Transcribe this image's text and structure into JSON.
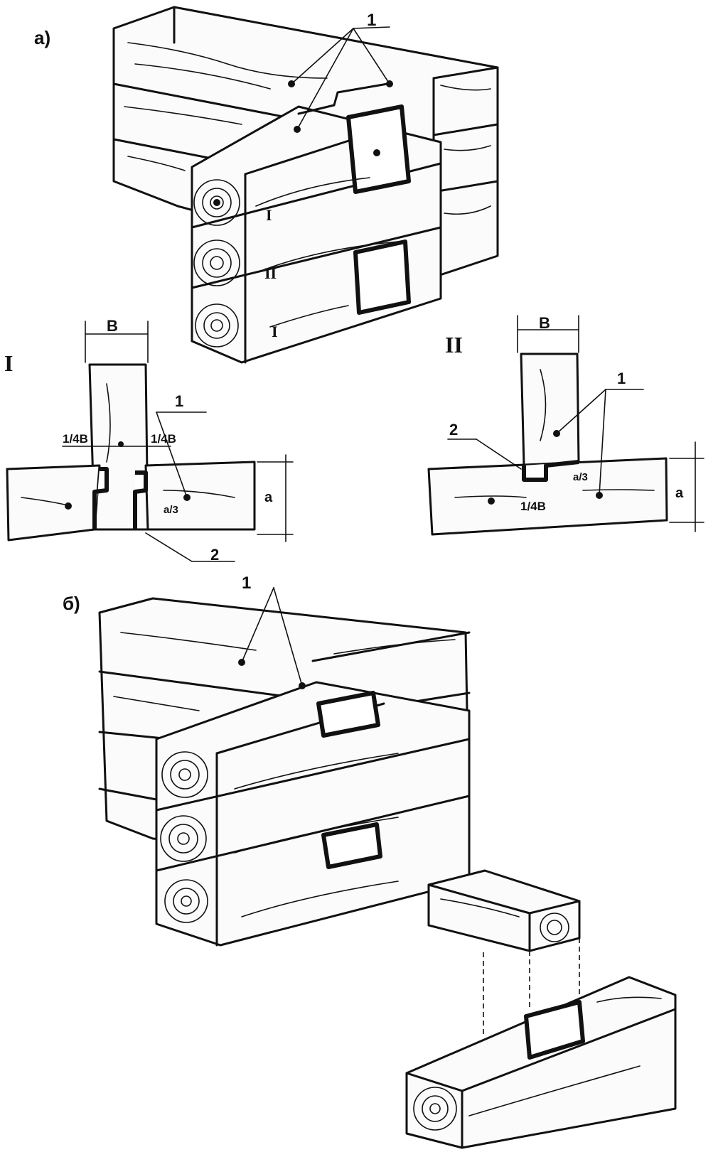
{
  "figure_a": {
    "label": "а)",
    "callout": "1",
    "section_marks": [
      "I",
      "II",
      "I"
    ]
  },
  "section_I": {
    "title": "I",
    "dim_width": "B",
    "dim_left": "1/4B",
    "dim_right": "1/4B",
    "dim_small": "a/3",
    "dim_height": "a",
    "callout_1": "1",
    "callout_2": "2"
  },
  "section_II": {
    "title": "II",
    "dim_width": "B",
    "dim_small": "a/3",
    "dim_bottom": "1/4B",
    "dim_height": "a",
    "callout_1": "1",
    "callout_2": "2"
  },
  "figure_b": {
    "label": "б)",
    "callout": "1"
  }
}
